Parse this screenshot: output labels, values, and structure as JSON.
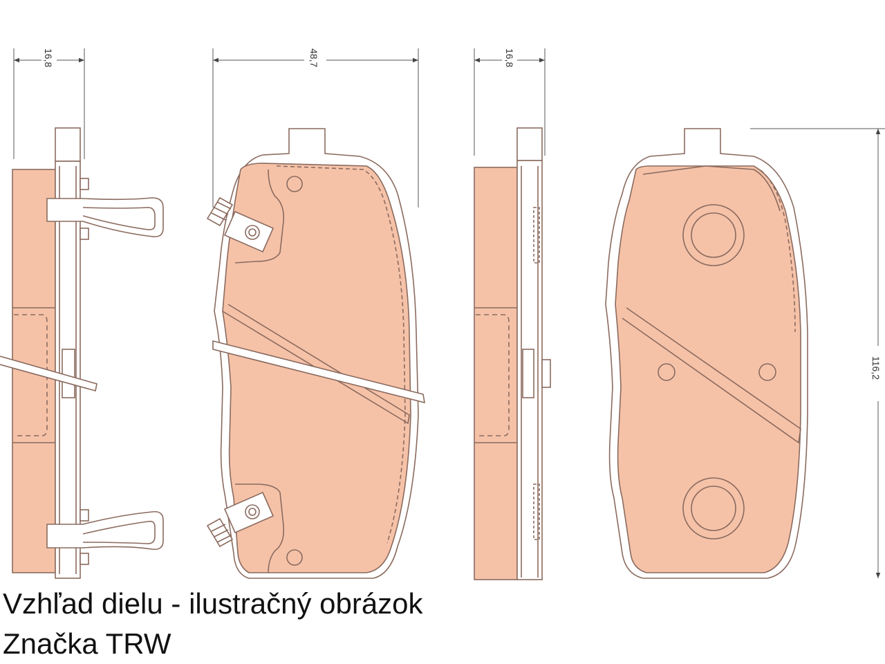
{
  "colors": {
    "pad": "#f5c2a8",
    "outline": "#8a6a5e",
    "dim_line": "#555555"
  },
  "dimensions": {
    "left_thickness": "16,8",
    "width": "48,7",
    "right_thickness": "16,8",
    "height": "116,2"
  },
  "caption": {
    "line1": "Vzhľad dielu - ilustračný obrázok",
    "line2": "Značka TRW"
  }
}
